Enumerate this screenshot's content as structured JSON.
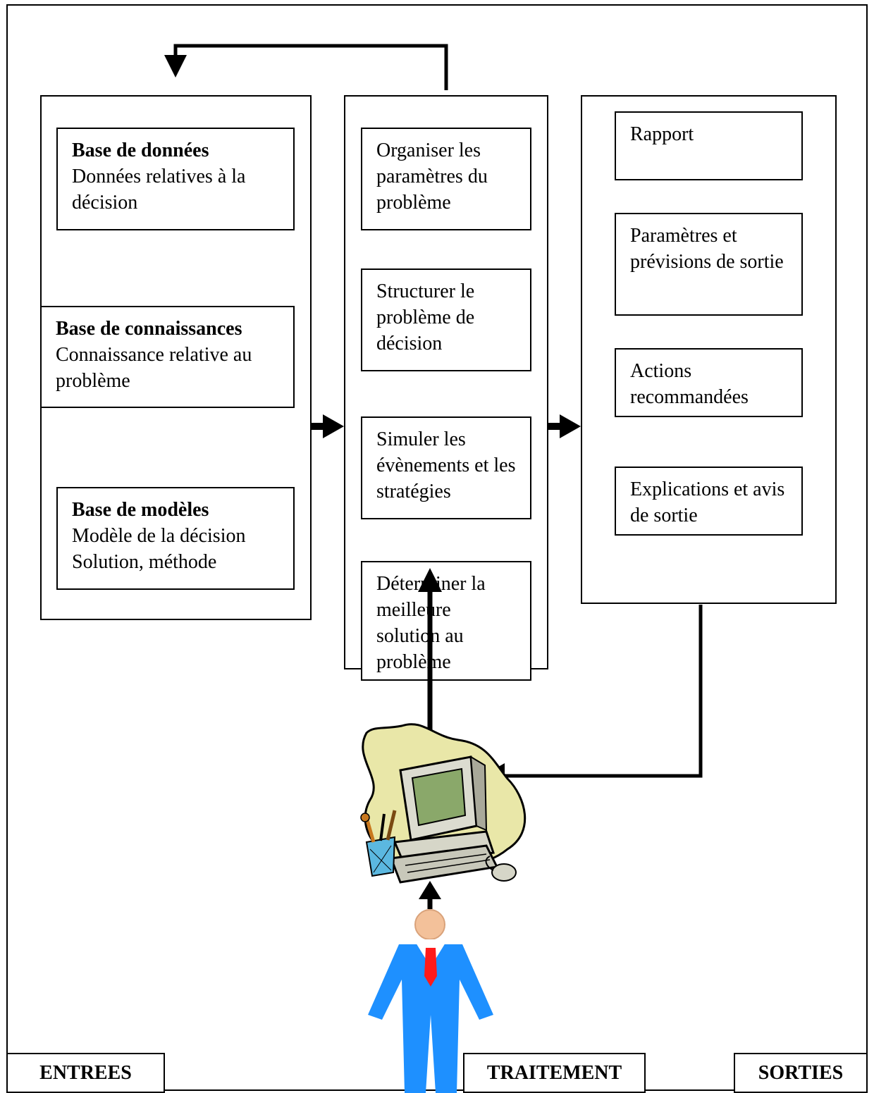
{
  "inputs": {
    "database": {
      "title": "Base de données",
      "text": "Données relatives à la décision"
    },
    "knowledge_base": {
      "title": "Base de connaissances",
      "text": "Connaissance relative au problème"
    },
    "model_base": {
      "title": "Base de modèles",
      "text": "Modèle de la décision\nSolution, méthode"
    }
  },
  "processing": {
    "steps": [
      "Organiser les paramètres du problème",
      "Structurer le problème de décision",
      "Simuler les évènements et les stratégies",
      "Déterminer la meilleure solution au problème"
    ]
  },
  "outputs": {
    "items": [
      "Rapport",
      "Paramètres et prévisions de sortie",
      "Actions recommandées",
      "Explications et avis de sortie"
    ]
  },
  "footer": {
    "entrees": "ENTREES",
    "traitement": "TRAITEMENT",
    "sorties": "SORTIES"
  },
  "icons": {
    "computer": "computer-clipart-icon",
    "user": "businessman-figure-icon"
  },
  "colors": {
    "suit": "#1e90ff",
    "tie": "#ff1a1a",
    "screen": "#8aa86a",
    "blob": "#e9e7a8",
    "head": "#f3c19a"
  }
}
